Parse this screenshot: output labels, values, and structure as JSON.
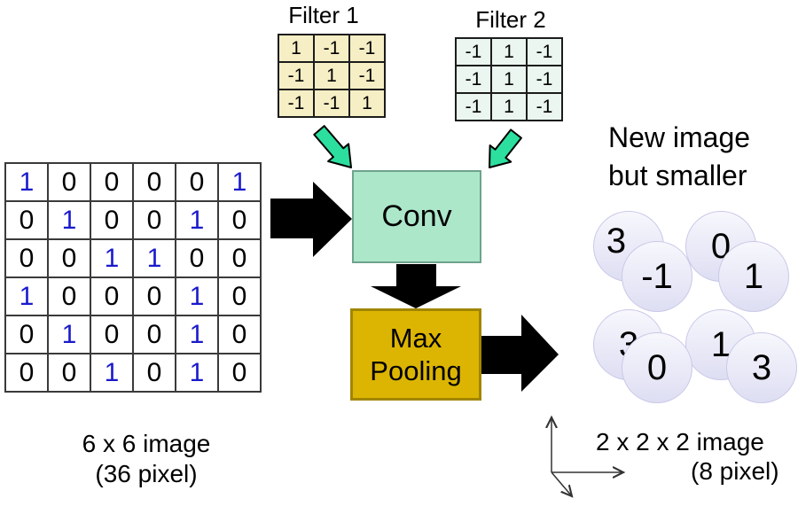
{
  "filters": [
    {
      "label": "Filter 1",
      "cells": [
        [
          "1",
          "-1",
          "-1"
        ],
        [
          "-1",
          "1",
          "-1"
        ],
        [
          "-1",
          "-1",
          "1"
        ]
      ]
    },
    {
      "label": "Filter 2",
      "cells": [
        [
          "-1",
          "1",
          "-1"
        ],
        [
          "-1",
          "1",
          "-1"
        ],
        [
          "-1",
          "1",
          "-1"
        ]
      ]
    }
  ],
  "input_matrix": {
    "rows": [
      [
        "1",
        "0",
        "0",
        "0",
        "0",
        "1"
      ],
      [
        "0",
        "1",
        "0",
        "0",
        "1",
        "0"
      ],
      [
        "0",
        "0",
        "1",
        "1",
        "0",
        "0"
      ],
      [
        "1",
        "0",
        "0",
        "0",
        "1",
        "0"
      ],
      [
        "0",
        "1",
        "0",
        "0",
        "1",
        "0"
      ],
      [
        "0",
        "0",
        "1",
        "0",
        "1",
        "0"
      ]
    ],
    "caption_line1": "6 x 6 image",
    "caption_line2": "(36 pixel)"
  },
  "conv": {
    "label": "Conv"
  },
  "pooling": {
    "label_line1": "Max",
    "label_line2": "Pooling"
  },
  "output": {
    "title_line1": "New image",
    "title_line2": "but smaller",
    "caption_line1": "2 x 2 x 2 image",
    "caption_line2": "(8 pixel)",
    "circles": [
      "3",
      "-1",
      "0",
      "1",
      "3",
      "0",
      "1",
      "3"
    ]
  },
  "icons": {
    "black_flow_arrows": "thick-arrow-icon",
    "green_filter_arrows": "green-arrow-icon",
    "axes": "3d-axes-icon"
  },
  "colors": {
    "filter1-fill": "#F6EEC4",
    "filter2-fill": "#EAF6EF",
    "conv-fill": "#ACE7CA",
    "conv-border": "#6FA38E",
    "pool-fill": "#DCB503",
    "pool-border": "#A08600",
    "green-arrow": "#2CDF9F",
    "blue-digit": "#1A1ACC",
    "circle-top": "#F7F7FD",
    "circle-bottom": "#DEDEF3",
    "circle-border": "#C9C9E8"
  }
}
